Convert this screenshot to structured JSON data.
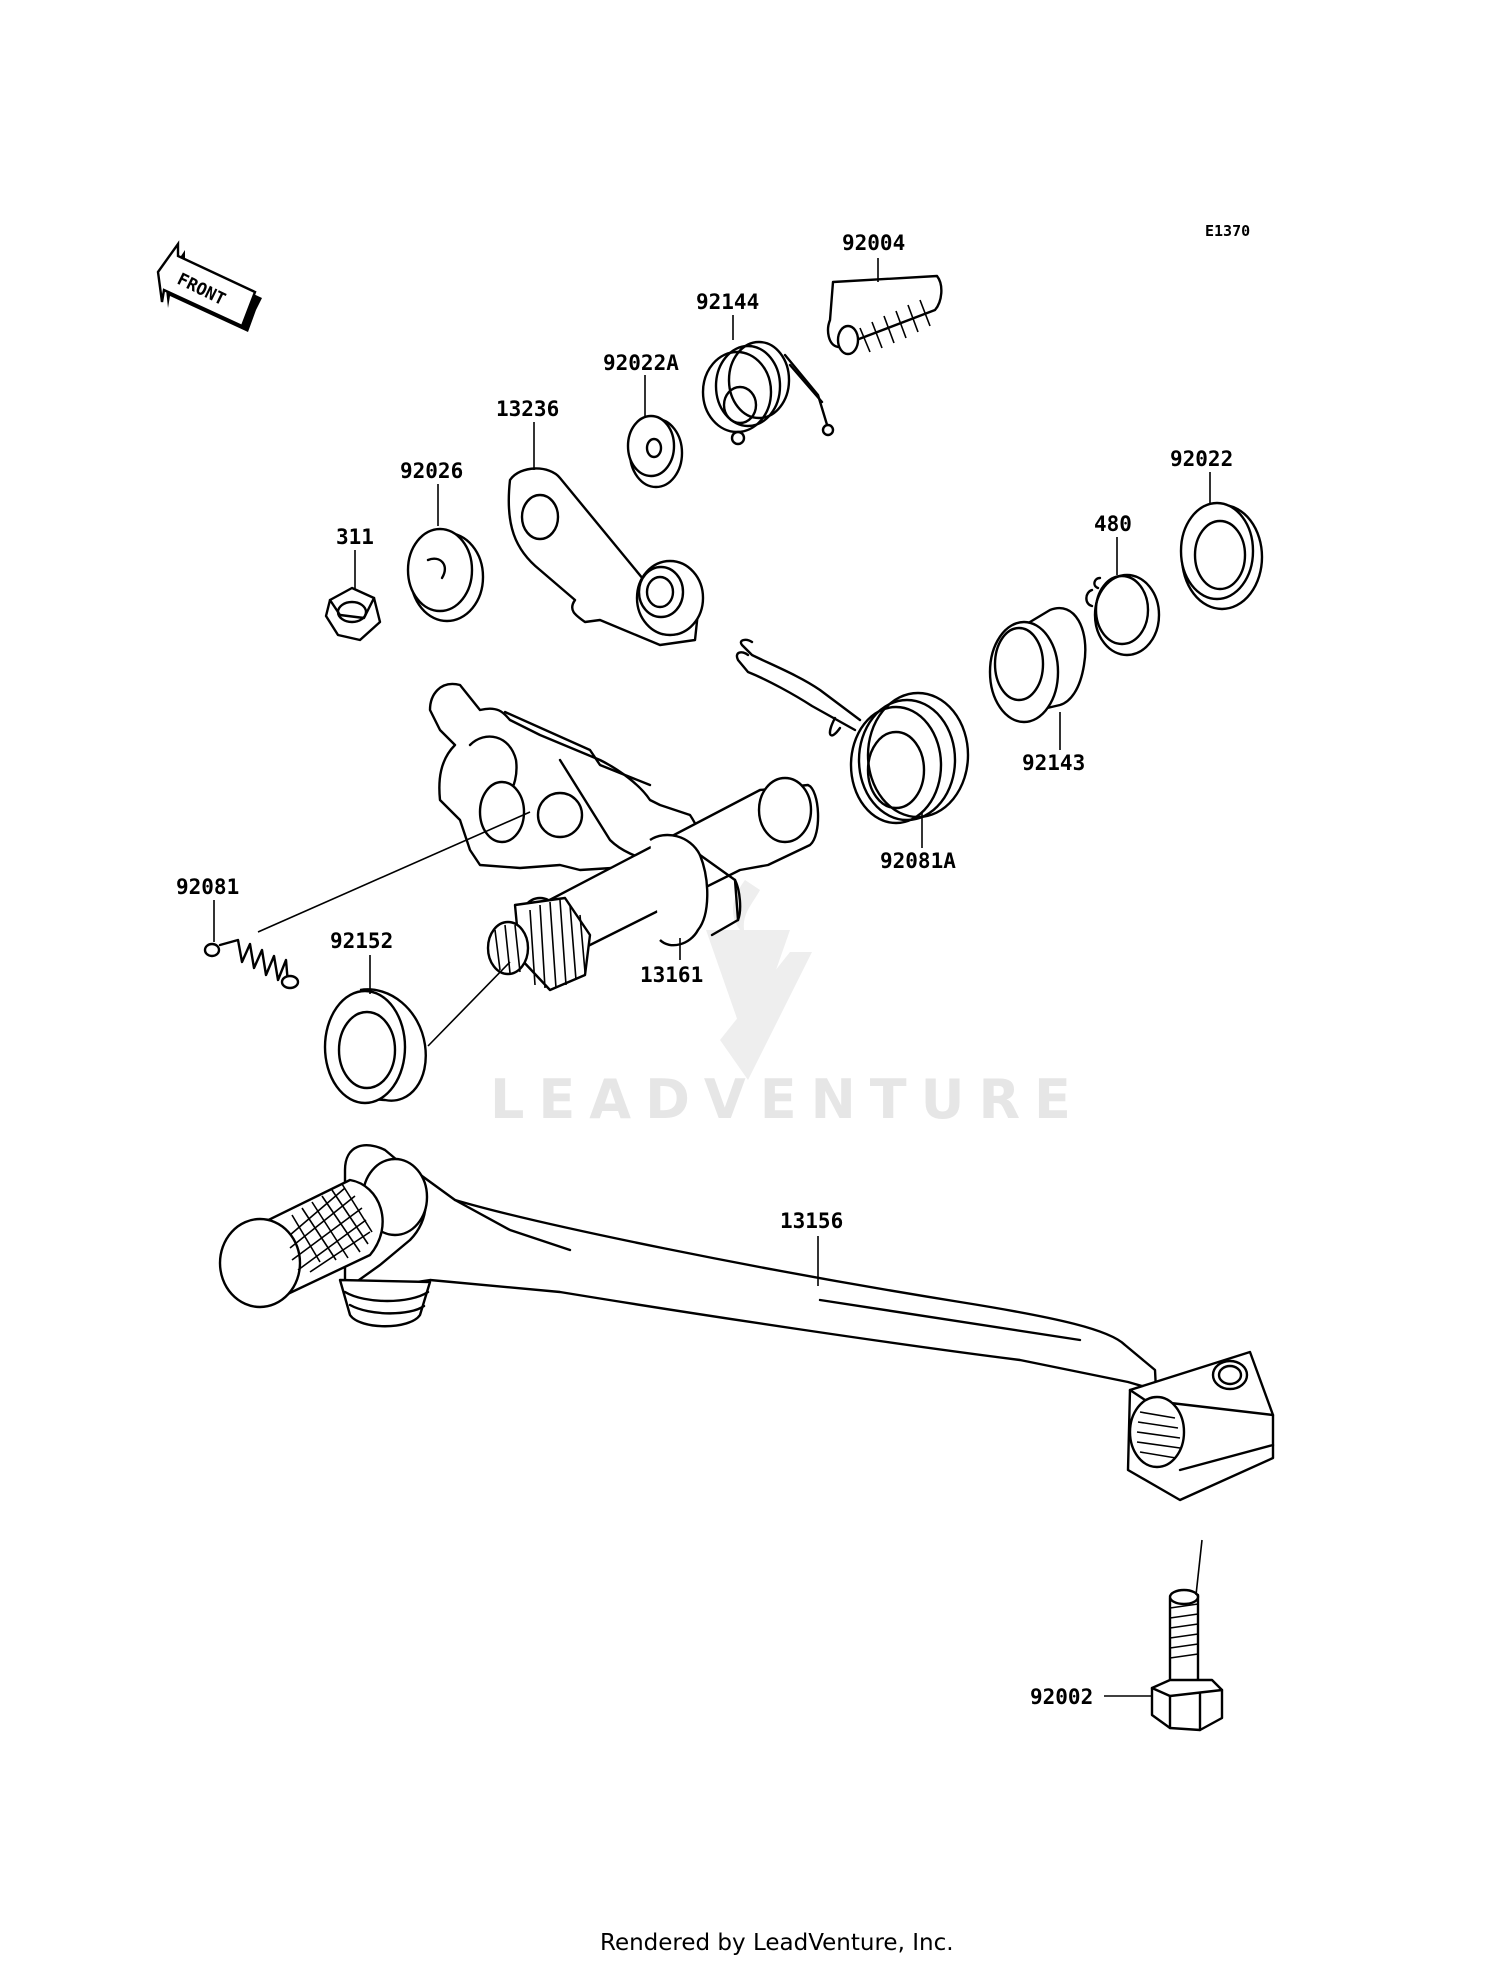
{
  "diagram_code": "E1370",
  "front_label": "FRONT",
  "watermark": "LEADVENTURE",
  "footer": "Rendered by LeadVenture, Inc.",
  "parts": {
    "p92004": "92004",
    "p92144": "92144",
    "p92022A": "92022A",
    "p13236": "13236",
    "p92026": "92026",
    "p311": "311",
    "p92022": "92022",
    "p480": "480",
    "p92143": "92143",
    "p92081A": "92081A",
    "p92081": "92081",
    "p92152": "92152",
    "p13161": "13161",
    "p13156": "13156",
    "p92002": "92002"
  }
}
